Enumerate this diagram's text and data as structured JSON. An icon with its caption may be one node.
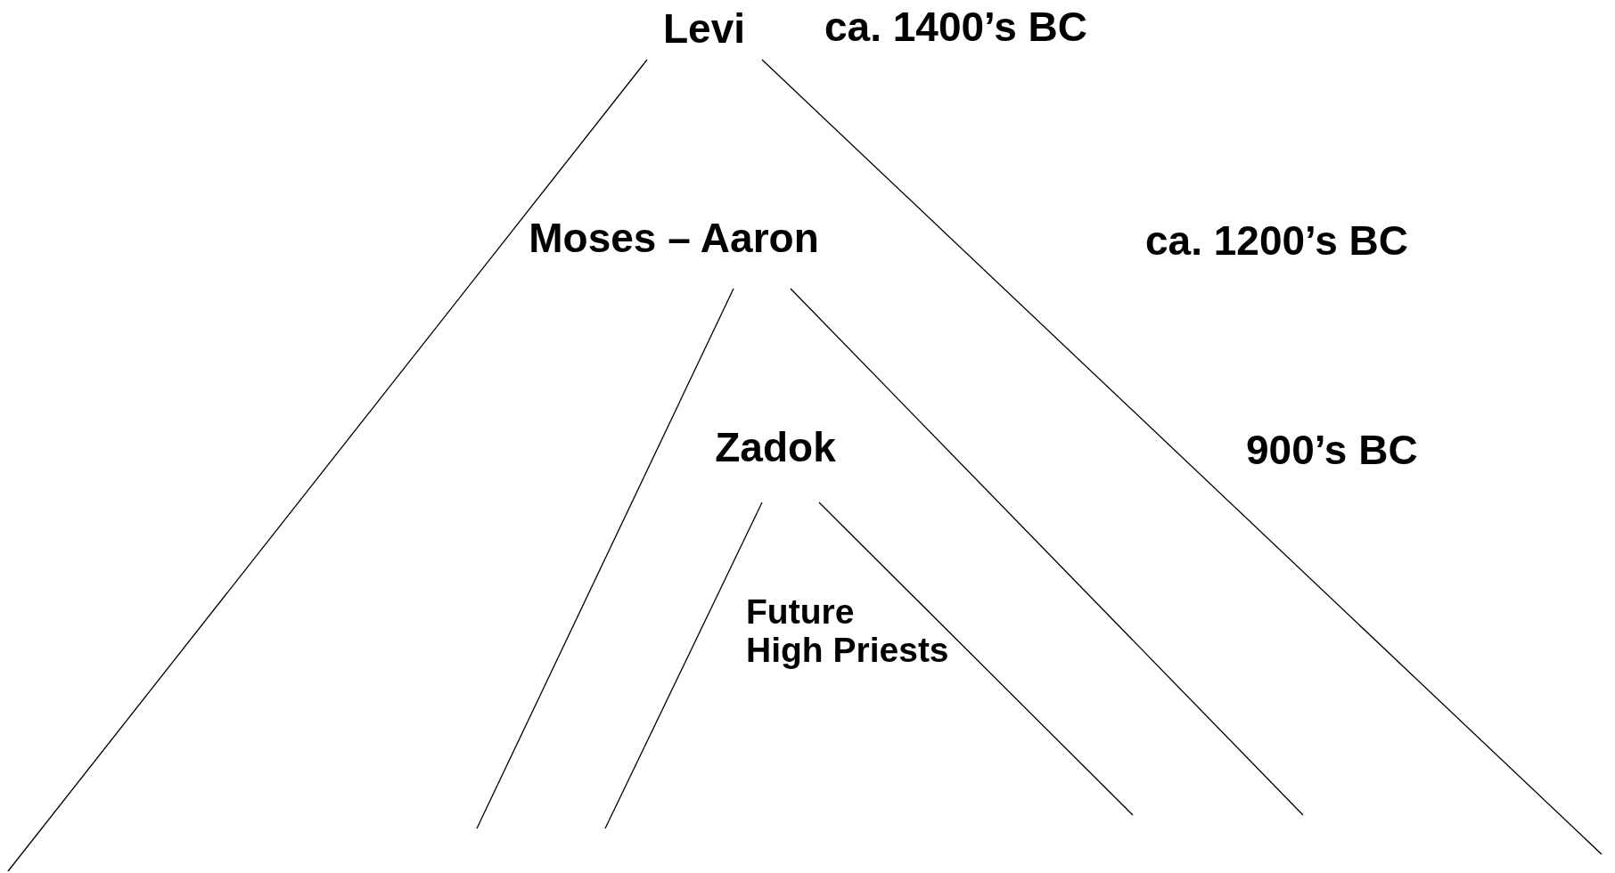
{
  "diagram": {
    "nodes": [
      {
        "text": [
          "Levi"
        ]
      },
      {
        "text": [
          "Moses – Aaron"
        ]
      },
      {
        "text": [
          "Zadok"
        ]
      },
      {
        "text": [
          "Future High Priests"
        ]
      }
    ],
    "edges": [
      {
        "from": 0,
        "to": null,
        "arrow": "none"
      },
      {
        "from": 0,
        "to": null,
        "arrow": "none"
      },
      {
        "from": 1,
        "to": null,
        "arrow": "none"
      },
      {
        "from": 1,
        "to": null,
        "arrow": "none"
      },
      {
        "from": 2,
        "to": null,
        "arrow": "none"
      },
      {
        "from": 2,
        "to": null,
        "arrow": "none"
      }
    ],
    "labels": [
      "ca. 1400’s BC",
      "ca. 1200’s BC",
      "900’s BC"
    ]
  }
}
